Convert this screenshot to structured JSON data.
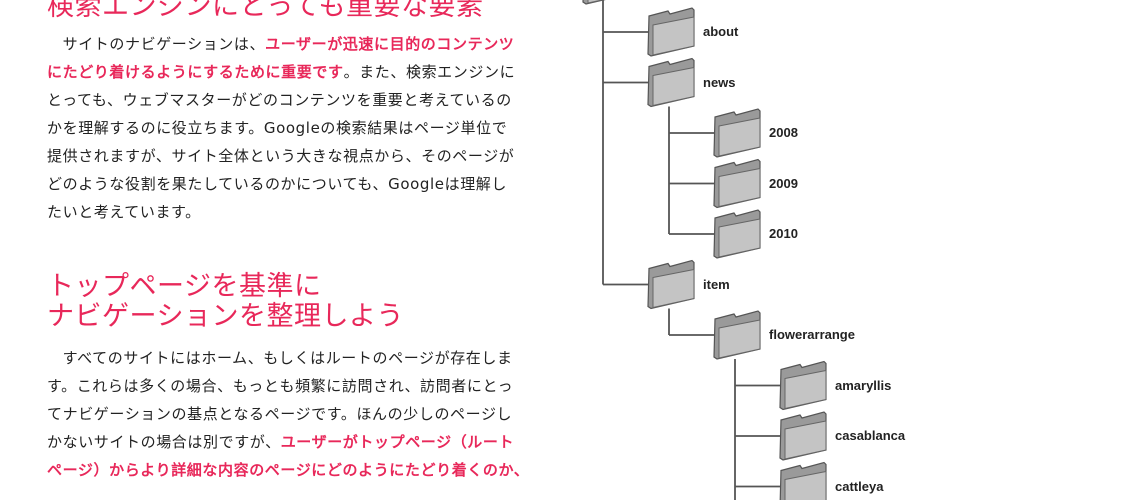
{
  "section1": {
    "heading": "検索エンジンにとっても重要な要素",
    "lines": [
      [
        {
          "t": "　サイトのナビゲーションは、",
          "em": false
        },
        {
          "t": "ユーザーが迅速に目的のコンテンツ",
          "em": true
        }
      ],
      [
        {
          "t": "にたどり着けるようにするために重要です",
          "em": true
        },
        {
          "t": "。また、検索エンジンに",
          "em": false
        }
      ],
      [
        {
          "t": "とっても、ウェブマスターがどのコンテンツを重要と考えているの",
          "em": false
        }
      ],
      [
        {
          "t": "かを理解するのに役立ちます。Googleの検索結果はページ単位で",
          "em": false
        }
      ],
      [
        {
          "t": "提供されますが、サイト全体という大きな視点から、そのページが",
          "em": false
        }
      ],
      [
        {
          "t": "どのような役割を果たしているのかについても、Googleは理解し",
          "em": false
        }
      ],
      [
        {
          "t": "たいと考えています。",
          "em": false
        }
      ]
    ]
  },
  "section2": {
    "heading_lines": [
      "トップページを基準に",
      "ナビゲーションを整理しよう"
    ],
    "lines": [
      [
        {
          "t": "　すべてのサイトにはホーム、もしくはルートのページが存在しま",
          "em": false
        }
      ],
      [
        {
          "t": "す。これらは多くの場合、もっとも頻繁に訪問され、訪問者にとっ",
          "em": false
        }
      ],
      [
        {
          "t": "てナビゲーションの基点となるページです。ほんの少しのページし",
          "em": false
        }
      ],
      [
        {
          "t": "かないサイトの場合は別ですが、",
          "em": false
        },
        {
          "t": "ユーザーがトップページ（ルート",
          "em": true
        }
      ],
      [
        {
          "t": "ページ）からより詳細な内容のページにどのようにたどり着くのか、",
          "em": true
        }
      ]
    ]
  },
  "tree": {
    "nodes": [
      {
        "label": "about",
        "level": 1
      },
      {
        "label": "news",
        "level": 1
      },
      {
        "label": "2008",
        "level": 2
      },
      {
        "label": "2009",
        "level": 2
      },
      {
        "label": "2010",
        "level": 2
      },
      {
        "label": "item",
        "level": 1
      },
      {
        "label": "flowerarrange",
        "level": 2
      },
      {
        "label": "amaryllis",
        "level": 3
      },
      {
        "label": "casablanca",
        "level": 3
      },
      {
        "label": "cattleya",
        "level": 3
      }
    ],
    "icon": "folder-icon"
  },
  "colors": {
    "accent": "#e8285a",
    "text": "#222222",
    "folder_back": "#9a9a9a",
    "folder_front": "#c4c4c4",
    "line": "#555555"
  }
}
